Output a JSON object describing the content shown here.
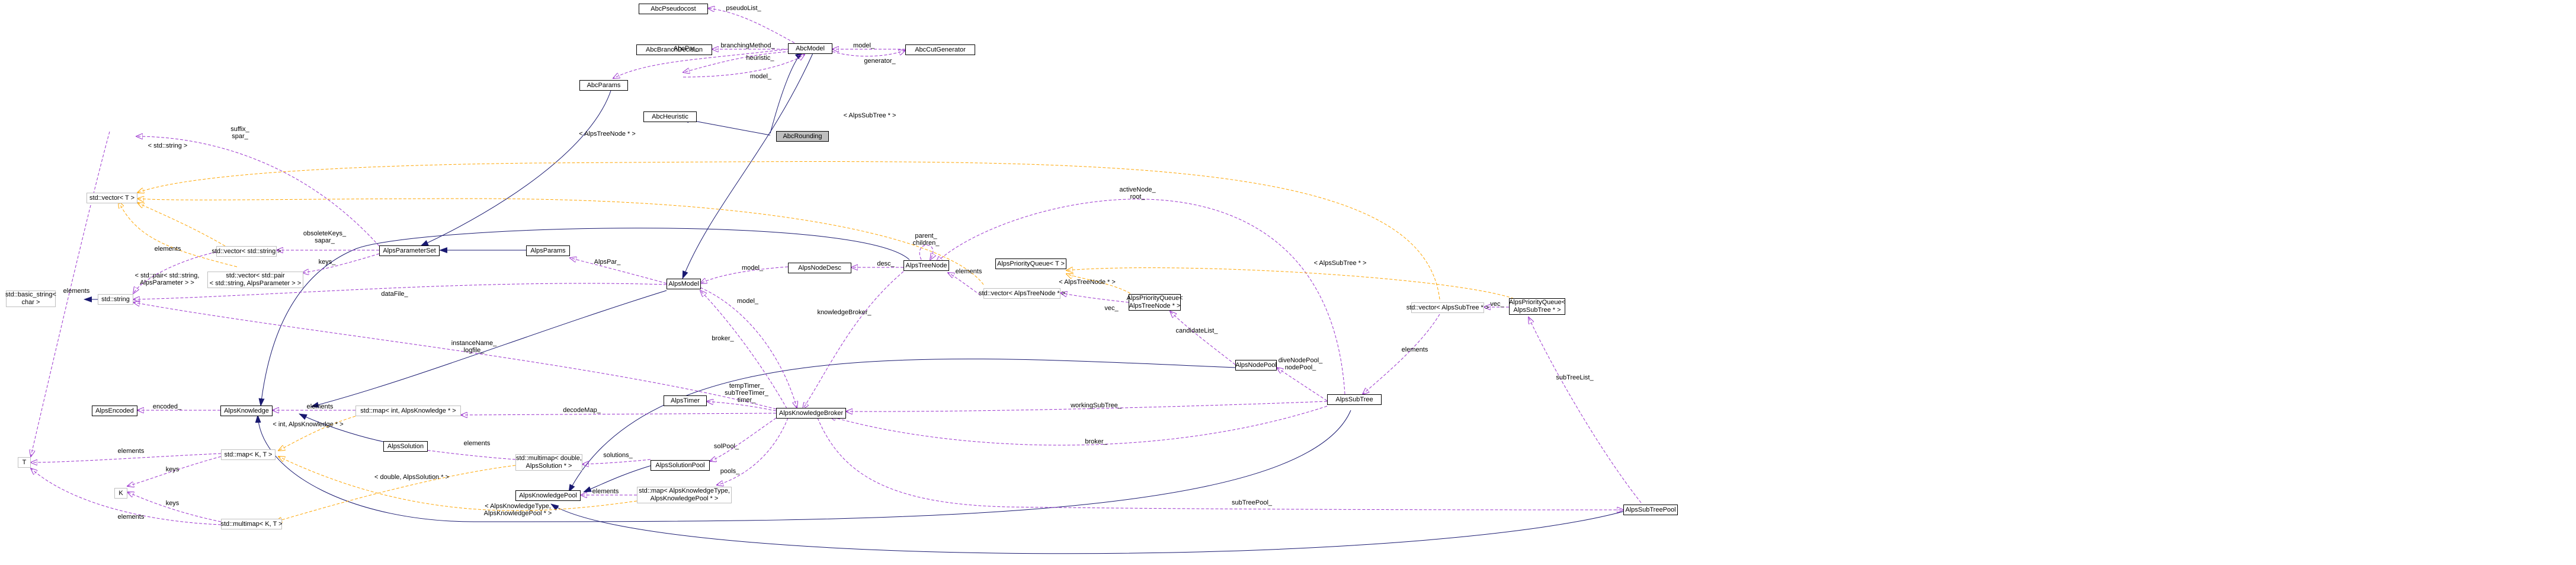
{
  "diagram": {
    "nodes": {
      "AbcPseudocost": "AbcPseudocost",
      "AbcParams": "AbcParams",
      "AbcBranchDecision": "AbcBranchDecision",
      "AbcModel": "AbcModel",
      "AbcCutGenerator": "AbcCutGenerator",
      "AbcHeuristic": "AbcHeuristic",
      "AbcRounding": "AbcRounding",
      "vecT": "std::vector< T >",
      "vecString": "std::vector< std::string >",
      "AlpsParameterSet": "AlpsParameterSet",
      "AlpsParams": "AlpsParams",
      "vecPair": "std::vector< std::pair\n< std::string, AlpsParameter > >",
      "stdString": "std::string",
      "basicString": "std::basic_string<\nchar >",
      "AlpsModel": "AlpsModel",
      "AlpsNodeDesc": "AlpsNodeDesc",
      "AlpsTreeNode": "AlpsTreeNode",
      "AlpsPQTreeNodeT": "AlpsPriorityQueue< T >",
      "vecTreeNodePtr": "std::vector< AlpsTreeNode * >",
      "AlpsPQTreeNode": "AlpsPriorityQueue<\nAlpsTreeNode * >",
      "vecSubTreePtr": "std::vector< AlpsSubTree * >",
      "AlpsPQSubTree": "AlpsPriorityQueue<\nAlpsSubTree * >",
      "AlpsNodePool": "AlpsNodePool",
      "AlpsSubTree": "AlpsSubTree",
      "AlpsEncoded": "AlpsEncoded",
      "AlpsKnowledge": "AlpsKnowledge",
      "mapIntKnow": "std::map< int, AlpsKnowledge * >",
      "AlpsTimer": "AlpsTimer",
      "AlpsKnowledgeBroker": "AlpsKnowledgeBroker",
      "T": "T",
      "mapKT": "std::map< K, T >",
      "AlpsSolution": "AlpsSolution",
      "multimapDouble": "std::multimap< double,\nAlpsSolution * >",
      "AlpsSolutionPool": "AlpsSolutionPool",
      "K": "K",
      "AlpsKnowledgePool": "AlpsKnowledgePool",
      "mapTypePool": "std::map< AlpsKnowledgeType,\nAlpsKnowledgePool * >",
      "multimapKT": "std::multimap< K, T >",
      "AlpsSubTreePool": "AlpsSubTreePool"
    },
    "edge_labels": {
      "pseudoList": "pseudoList_",
      "AbcPar": "AbcPar_",
      "branchingMethod": "branchingMethod_",
      "model_cut": "model_",
      "generator": "generator_",
      "heuristic": "heuristic_",
      "model_heur": "model_",
      "subtree_vec": "< AlpsSubTree * >",
      "treenode_vec": "< AlpsTreeNode * >",
      "suffix": "suffix_\nspar_",
      "stdstring_vec": "< std::string >",
      "obsolete": "obsoleteKeys_\nsapar_",
      "elements_str": "elements",
      "keys_pair": "keys_",
      "pair_label": "< std::pair< std::string,\nAlpsParameter > >",
      "dataFile": "dataFile_",
      "elements_basic": "elements",
      "AlpsPar": "AlpsPar_",
      "model_desc": "model_",
      "desc": "desc_",
      "parent": "parent_\nchildren_",
      "elements_tn": "elements",
      "treenode_pq": "< AlpsTreeNode * >",
      "vec_pq": "vec_",
      "subtree_pq": "< AlpsSubTree * >",
      "elements_st": "elements",
      "candidateList": "candidateList_",
      "activeNode": "activeNode_\nroot_",
      "knowledgeBroker": "knowledgeBroker_",
      "broker_model": "broker_",
      "model_broker": "model_",
      "instanceName": "instanceName_\nlogfile_",
      "encoded": "encoded_",
      "elements_map": "elements",
      "decodeMap": "decodeMap_",
      "timers": "tempTimer_\nsubTreeTimer_\ntimer_",
      "workingSubTree": "workingSubTree_",
      "broker_st": "broker_",
      "diveNodePool": "diveNodePool_\nnodePool_",
      "subTreeList": "subTreeList_",
      "int_know": "< int, AlpsKnowledge * >",
      "elements_T": "elements",
      "elements_sol": "elements",
      "solutions": "solutions_",
      "solPool": "solPool_",
      "pools": "pools_",
      "keys_K": "keys",
      "keys_K2": "keys",
      "double_sol": "< double, AlpsSolution * >",
      "elements_pool": "elements",
      "elements_T2": "elements",
      "type_pool": "< AlpsKnowledgeType,\nAlpsKnowledgePool * >",
      "subTreePool": "subTreePool_"
    },
    "colors": {
      "inheritance": "#191970",
      "usage": "#9a32cd",
      "template": "#ffa500",
      "node_border": "#000000",
      "node_border_external": "#bfbfbf",
      "highlight_fill": "#bfbfbf"
    }
  }
}
